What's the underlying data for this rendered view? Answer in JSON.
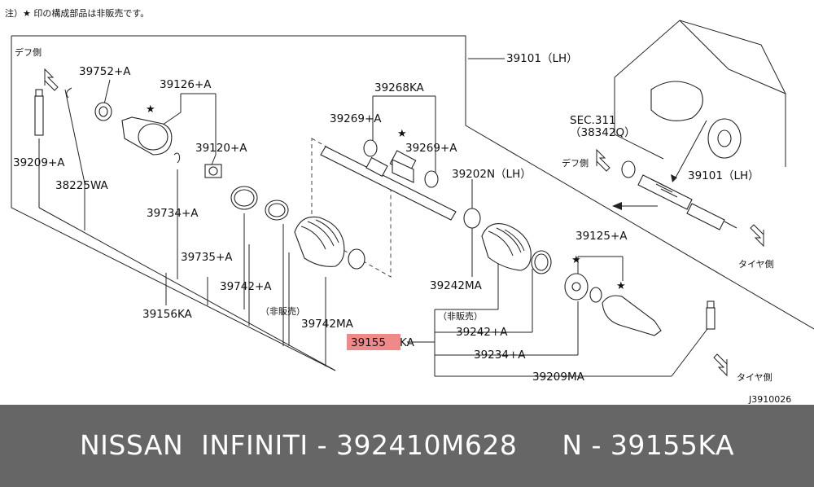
{
  "note": "注）★ 印の構成部品は非販売です。",
  "ref_code": "J3910026",
  "directions": {
    "diff_side_left": "デフ側",
    "diff_side_right": "デフ側",
    "tire_side_upper": "タイヤ側",
    "tire_side_lower": "タイヤ側"
  },
  "labels": {
    "p39101_main": "39101（LH）",
    "p39101_small": "39101（LH）",
    "sec311_line1": "SEC.311",
    "sec311_line2": "（38342Q）",
    "p39752": "39752+A",
    "p39126": "39126+A",
    "p39120": "39120+A",
    "p39209_a": "39209+A",
    "p38225": "38225WA",
    "p39734": "39734+A",
    "p39735": "39735+A",
    "p39742_a": "39742+A",
    "p39156": "39156KA",
    "not_sold_left": "（非販売）",
    "p39742_ma": "39742MA",
    "p39268": "39268KA",
    "p39269_top": "39269+A",
    "p39269_right": "39269+A",
    "p39202": "39202N（LH）",
    "p39242_ma": "39242MA",
    "not_sold_right": "（非販売）",
    "p39242_a": "39242+A",
    "p39155_prefix": "39155",
    "p39155_suffix": "KA",
    "p39234": "39234+A",
    "p39209_ma": "39209MA",
    "p39125": "39125+A"
  },
  "highlight_color": "#f08a8a",
  "footer": {
    "text": "NISSAN  INFINITI - 392410M628     N - 39155KA",
    "background": "#666666"
  }
}
